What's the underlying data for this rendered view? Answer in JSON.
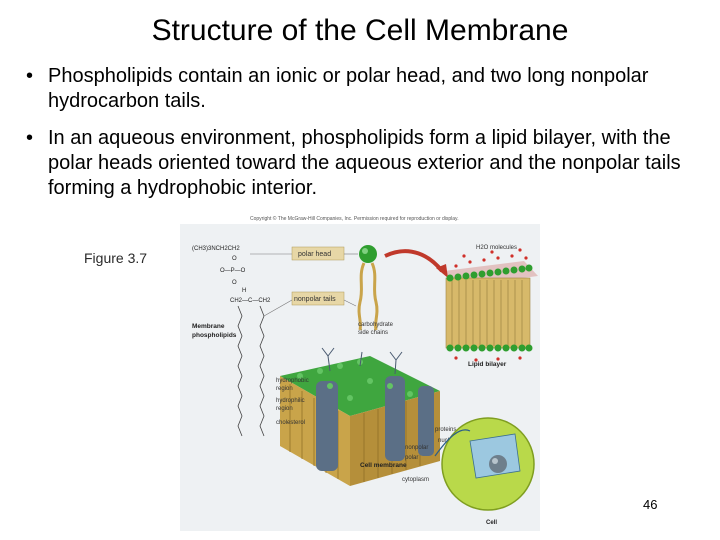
{
  "slide": {
    "title": "Structure of the Cell Membrane",
    "bullets": [
      "Phospholipids contain an ionic or polar head, and two long nonpolar hydrocarbon tails.",
      "In an aqueous environment, phospholipids form a lipid bilayer, with the polar heads oriented toward the aqueous exterior and the nonpolar tails forming a hydrophobic interior."
    ],
    "figure_label": "Figure 3.7",
    "page_number": "46"
  },
  "figure": {
    "credit": "Copyright © The McGraw-Hill Companies, Inc. Permission required for reproduction or display.",
    "formula_top": "(CH3)3NCH2CH2",
    "formula_o": "O",
    "formula_opo": "O—P—O",
    "formula_o2": "O",
    "formula_h": "H",
    "formula_ch": "CH2—C—CH2",
    "polar_head": "polar head",
    "nonpolar_tails": "nonpolar tails",
    "membrane_phospholipids_1": "Membrane",
    "membrane_phospholipids_2": "phospholipids",
    "h2o": "H2O molecules",
    "lipid_bilayer": "Lipid bilayer",
    "carb_1": "carbohydrate",
    "carb_2": "side chains",
    "hydrophobic_1": "hydrophobic",
    "hydrophobic_2": "region",
    "hydrophilic_1": "hydrophilic",
    "hydrophilic_2": "region",
    "cholesterol": "cholesterol",
    "proteins": "proteins",
    "nonpolar": "nonpolar",
    "polar": "polar",
    "cell_membrane": "Cell membrane",
    "nucleus": "nucleus",
    "cytoplasm": "cytoplasm",
    "cell": "Cell",
    "colors": {
      "head_green": "#2f9e2f",
      "tail_tan": "#c9a44a",
      "arrow_red": "#c0392b",
      "water_red": "#d0302a",
      "protein_blue": "#5b6f86",
      "cell_green": "#b9d94a"
    }
  }
}
